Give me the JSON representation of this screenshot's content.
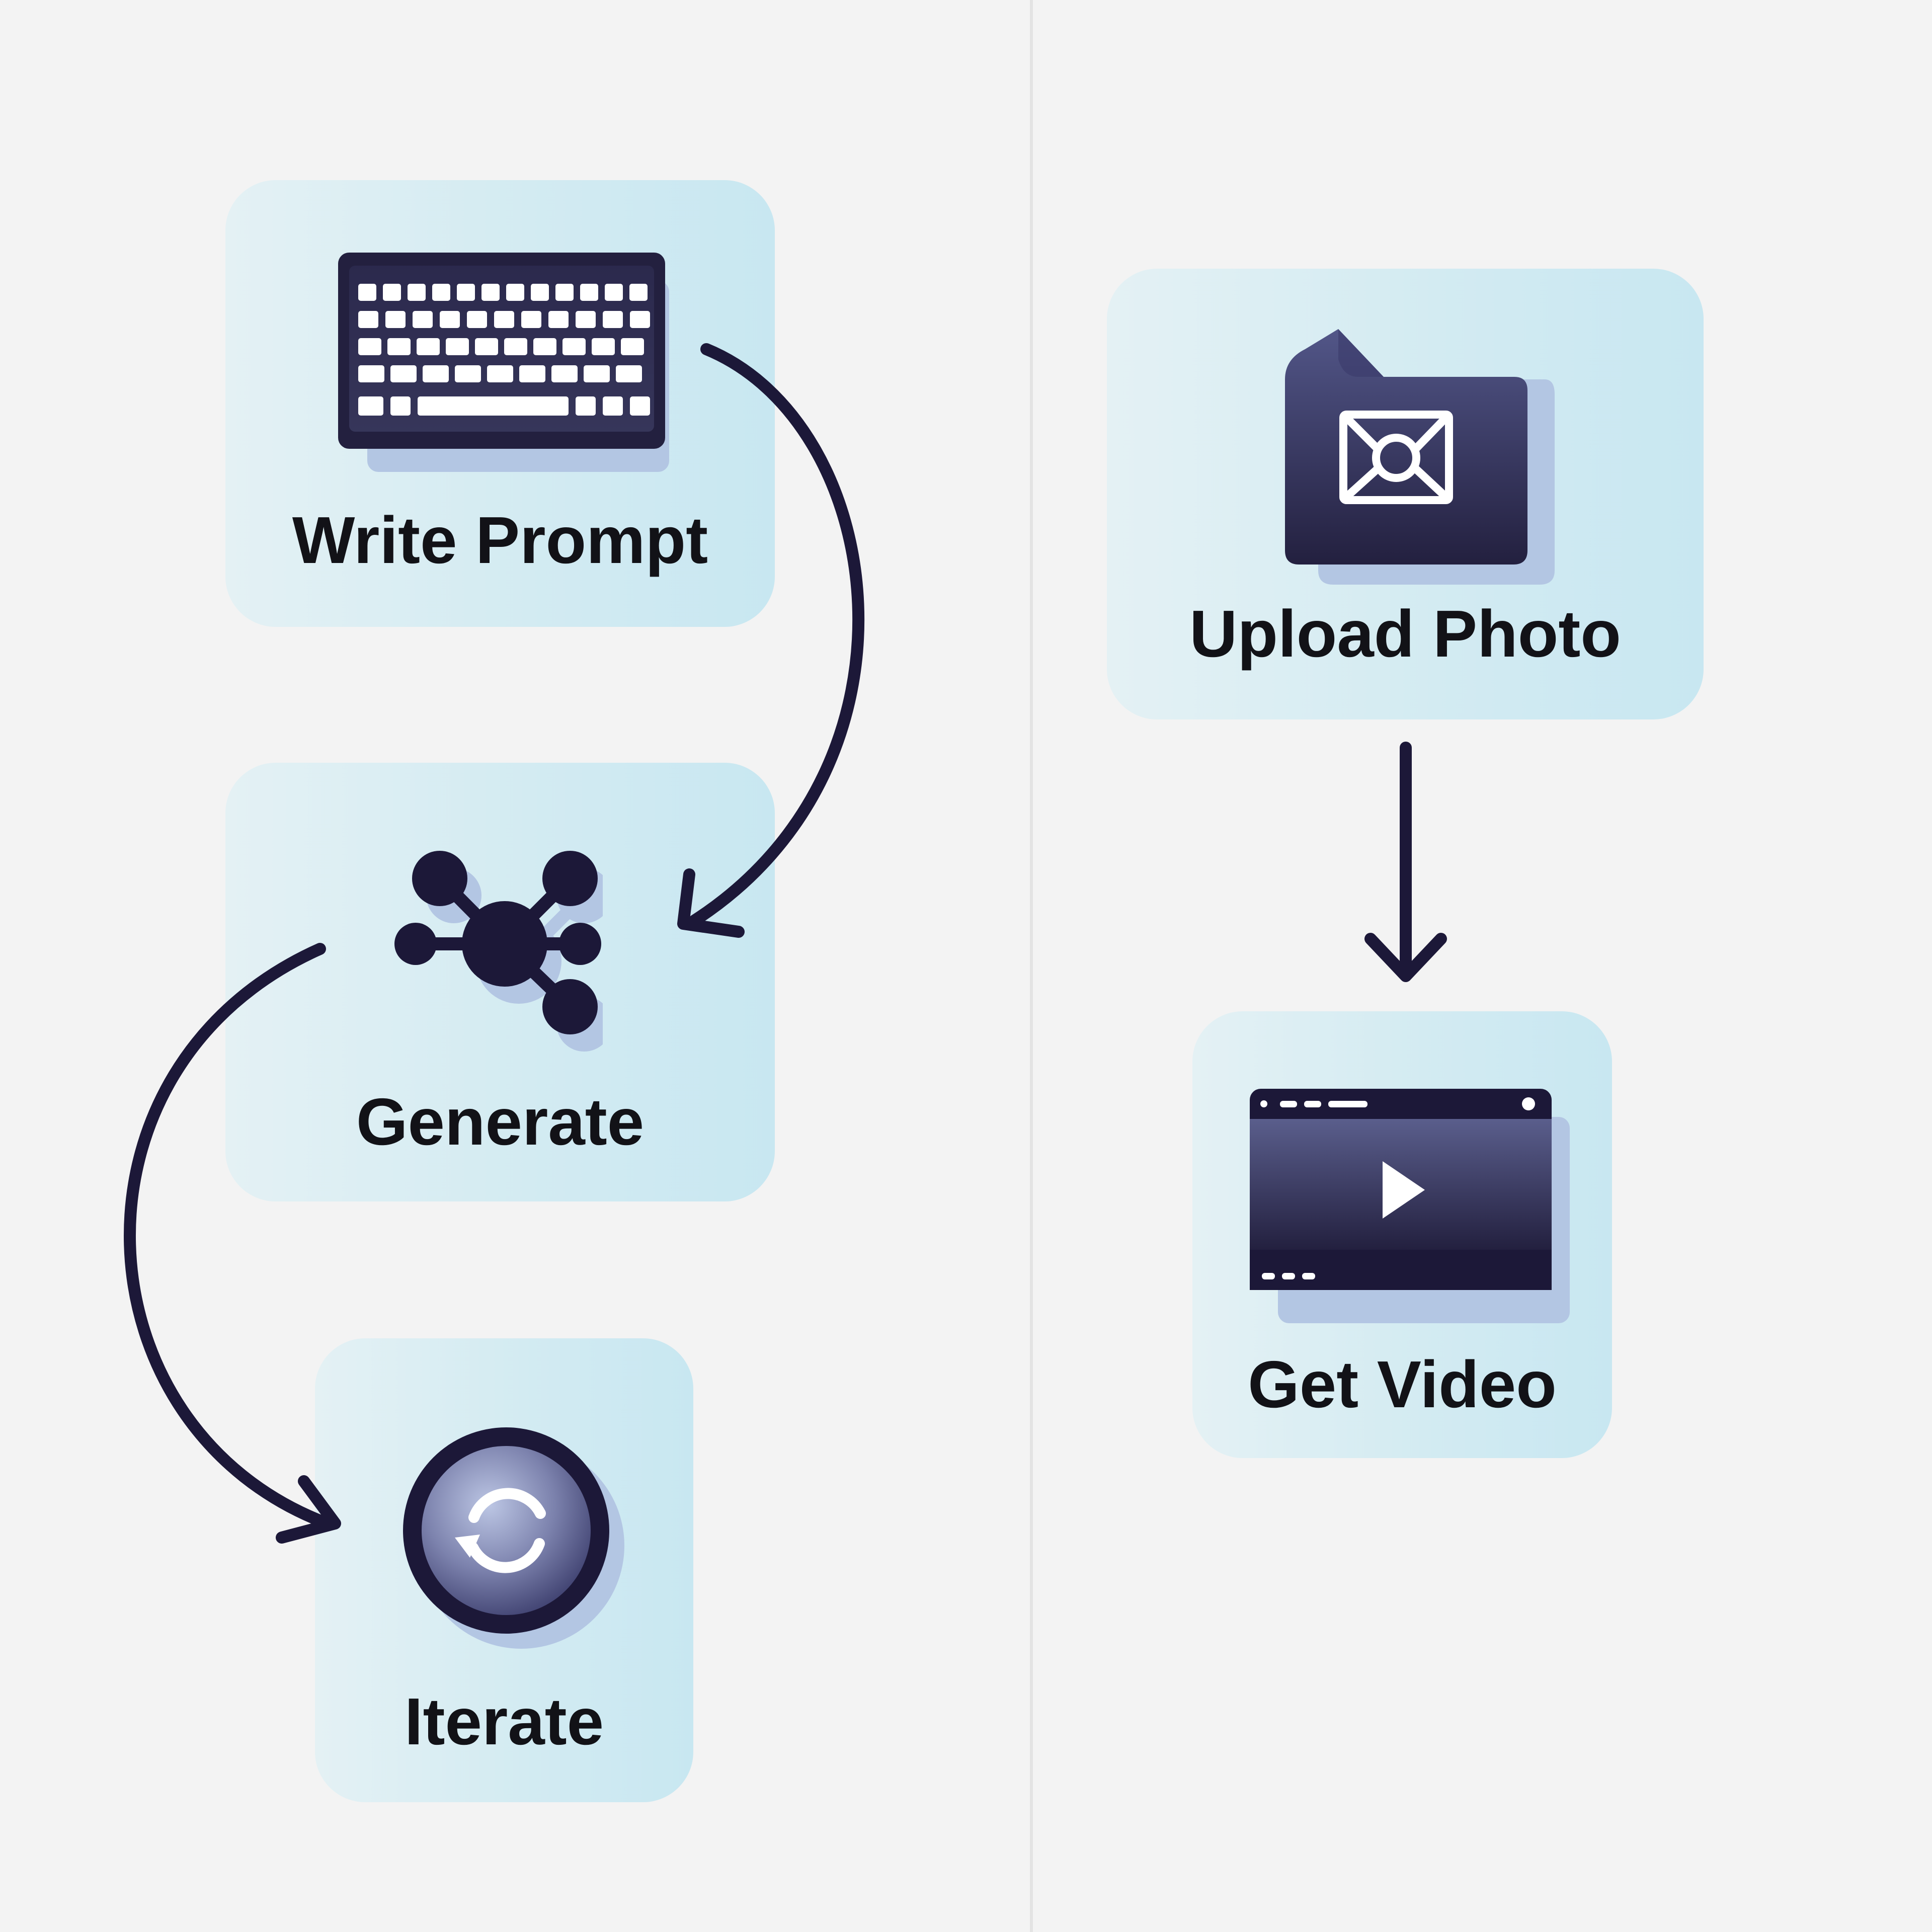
{
  "diagram": {
    "left_flow": {
      "steps": [
        {
          "label": "Write Prompt",
          "icon": "keyboard-icon"
        },
        {
          "label": "Generate",
          "icon": "network-hub-icon"
        },
        {
          "label": "Iterate",
          "icon": "refresh-cycle-icon"
        }
      ]
    },
    "right_flow": {
      "steps": [
        {
          "label": "Upload Photo",
          "icon": "photo-folder-icon"
        },
        {
          "label": "Get Video",
          "icon": "video-player-icon"
        }
      ]
    }
  },
  "colors": {
    "background": "#f3f3f3",
    "card": "#d3ebf2",
    "icon_dark": "#1c1838",
    "icon_mid": "#4a4d7c",
    "icon_shadow": "#b3c6e3",
    "arrow": "#1c1838",
    "text": "#121217"
  }
}
